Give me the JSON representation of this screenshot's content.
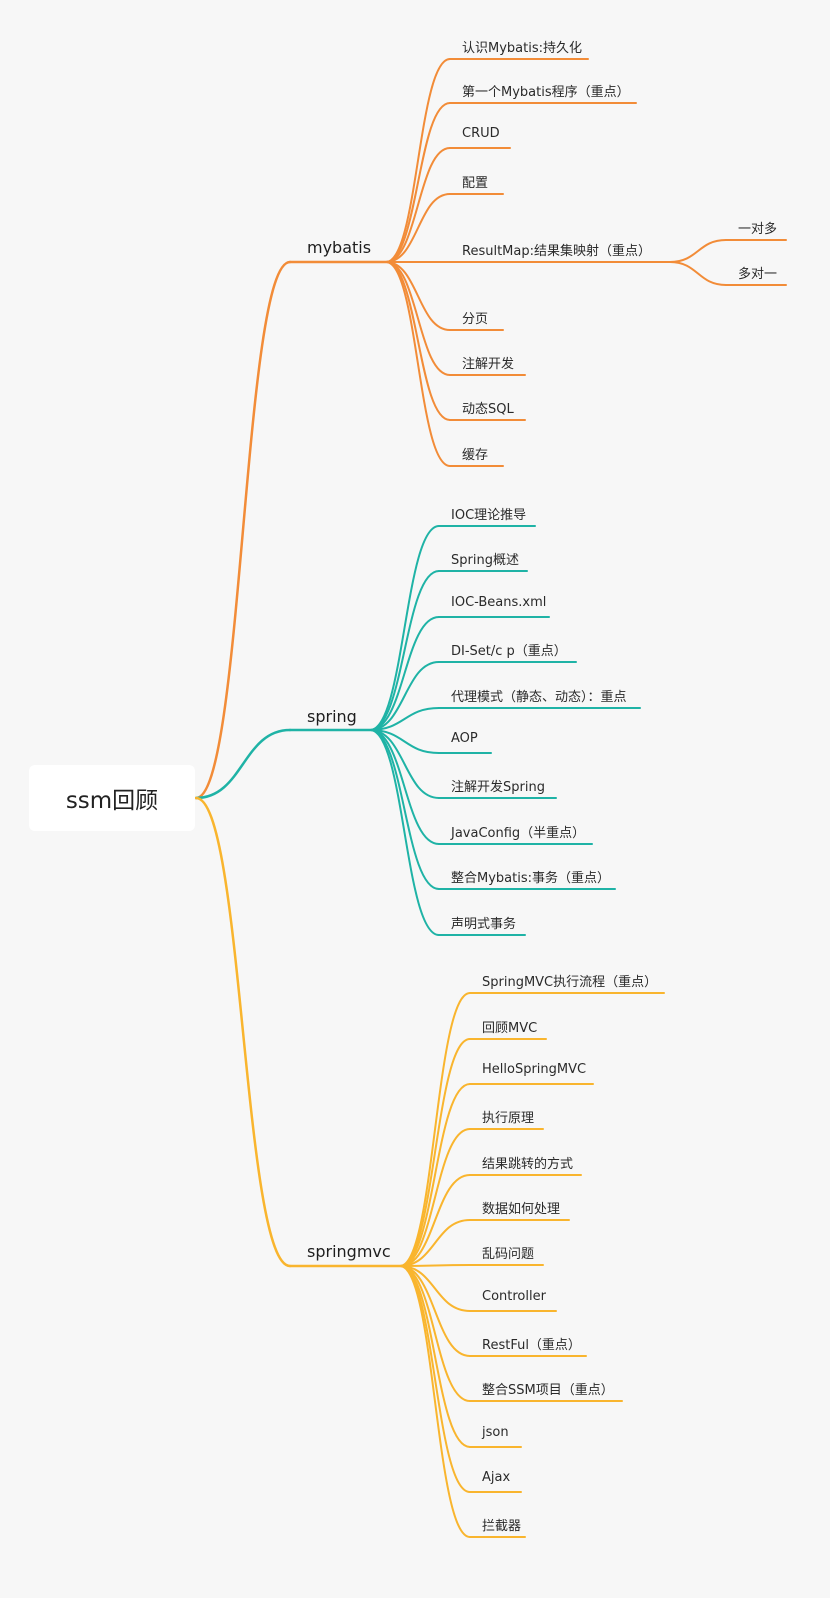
{
  "root": "ssm回顾",
  "colors": {
    "mybatis": "#f28c38",
    "spring": "#1fb3a6",
    "springmvc": "#f9b52e",
    "background": "#f7f7f7"
  },
  "branches": {
    "mybatis": {
      "label": "mybatis",
      "children": [
        "认识Mybatis:持久化",
        "第一个Mybatis程序（重点）",
        "CRUD",
        "配置",
        "ResultMap:结果集映射（重点）",
        "分页",
        "注解开发",
        "动态SQL",
        "缓存"
      ],
      "resultmap_children": [
        "一对多",
        "多对一"
      ]
    },
    "spring": {
      "label": "spring",
      "children": [
        "IOC理论推导",
        "Spring概述",
        "IOC-Beans.xml",
        "DI-Set/c p（重点）",
        "代理模式（静态、动态）：重点",
        "AOP",
        "注解开发Spring",
        "JavaConfig（半重点）",
        "整合Mybatis:事务（重点）",
        "声明式事务"
      ]
    },
    "springmvc": {
      "label": "springmvc",
      "children": [
        "SpringMVC执行流程（重点）",
        "回顾MVC",
        "HelloSpringMVC",
        "执行原理",
        "结果跳转的方式",
        "数据如何处理",
        "乱码问题",
        "Controller",
        "RestFul（重点）",
        "整合SSM项目（重点）",
        "json",
        "Ajax",
        "拦截器"
      ]
    }
  }
}
